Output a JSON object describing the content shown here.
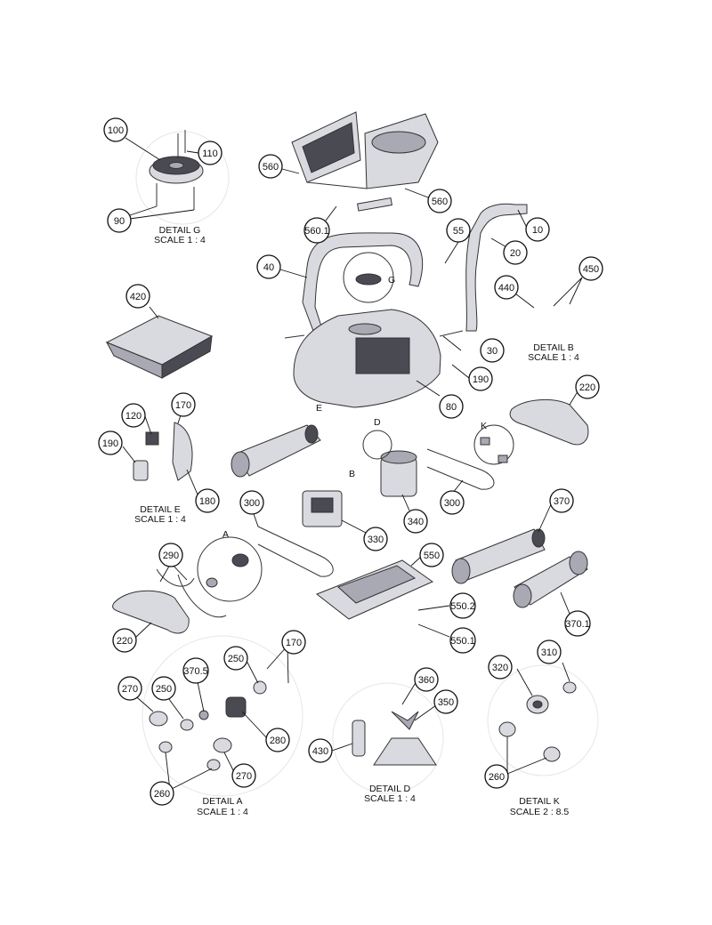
{
  "callouts": {
    "c100": "100",
    "c110": "110",
    "c90": "90",
    "c560a": "560",
    "c560b": "560",
    "c5601": "560.1",
    "c40": "40",
    "c55": "55",
    "c10": "10",
    "c20": "20",
    "c420": "420",
    "c440": "440",
    "c450": "450",
    "c30": "30",
    "c190a": "190",
    "c80": "80",
    "c220a": "220",
    "c120": "120",
    "c170a": "170",
    "c190b": "190",
    "c180": "180",
    "c300a": "300",
    "c300b": "300",
    "c340": "340",
    "c330": "330",
    "c370": "370",
    "c3701": "370.1",
    "c290": "290",
    "c550": "550",
    "c5502": "550.2",
    "c5501": "550.1",
    "c220b": "220",
    "c250a": "250",
    "c170b": "170",
    "c3705": "370.5",
    "c270a": "270",
    "c250b": "250",
    "c280": "280",
    "c260a": "260",
    "c270b": "270",
    "c360": "360",
    "c350": "350",
    "c430": "430",
    "c320": "320",
    "c310": "310",
    "c260b": "260"
  },
  "details": {
    "g": {
      "name": "DETAIL G",
      "scale": "SCALE 1 : 4"
    },
    "b": {
      "name": "DETAIL B",
      "scale": "SCALE 1 : 4"
    },
    "e": {
      "name": "DETAIL E",
      "scale": "SCALE 1 : 4"
    },
    "a": {
      "name": "DETAIL A",
      "scale": "SCALE 1 : 4"
    },
    "d": {
      "name": "DETAIL D",
      "scale": "SCALE 1 : 4"
    },
    "k": {
      "name": "DETAIL K",
      "scale": "SCALE 2 : 8.5"
    }
  },
  "view_markers": {
    "g": "G",
    "e": "E",
    "d": "D",
    "k": "K",
    "b": "B",
    "a": "A"
  },
  "colors": {
    "line": "#111111",
    "part_light": "#d9d9e0",
    "part_dark": "#4a4a52"
  }
}
